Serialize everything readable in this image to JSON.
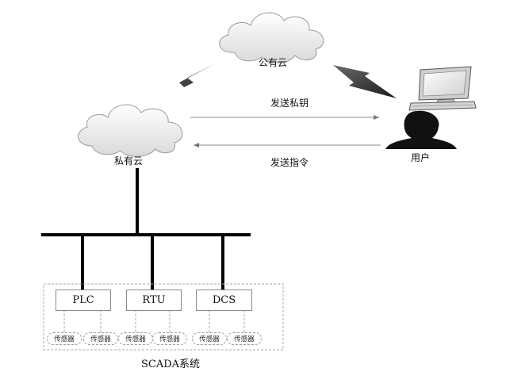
{
  "nodes": {
    "public_cloud": "公有云",
    "private_cloud": "私有云",
    "user": "用户"
  },
  "arrows": {
    "send_key": "发送私钥",
    "send_command": "发送指令"
  },
  "devices": {
    "plc": "PLC",
    "rtu": "RTU",
    "dcs": "DCS"
  },
  "sensors": [
    "传感器",
    "传感器",
    "传感器",
    "传感器",
    "传感器",
    "传感器"
  ],
  "system_label": "SCADA系统"
}
